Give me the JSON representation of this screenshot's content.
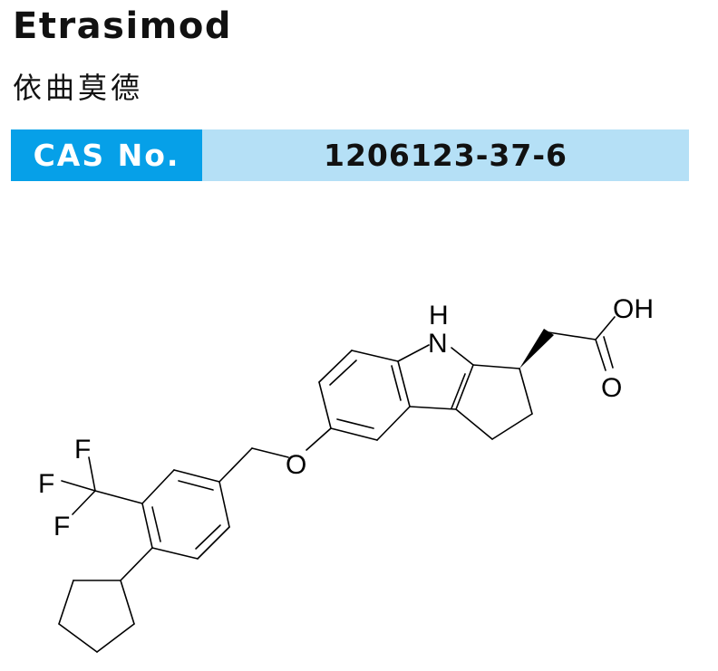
{
  "compound": {
    "name_en": "Etrasimod",
    "name_zh": "依曲莫德"
  },
  "cas": {
    "label": "CAS No.",
    "number": "1206123-37-6",
    "colors": {
      "label_bg": "#06a0e8",
      "value_bg": "#b5e0f6"
    }
  },
  "structure": {
    "atom_labels": {
      "nh_h": "H",
      "nh_n": "N",
      "oh": "OH",
      "carbonyl_o": "O",
      "ether_o": "O",
      "f1": "F",
      "f2": "F",
      "f3": "F"
    }
  }
}
